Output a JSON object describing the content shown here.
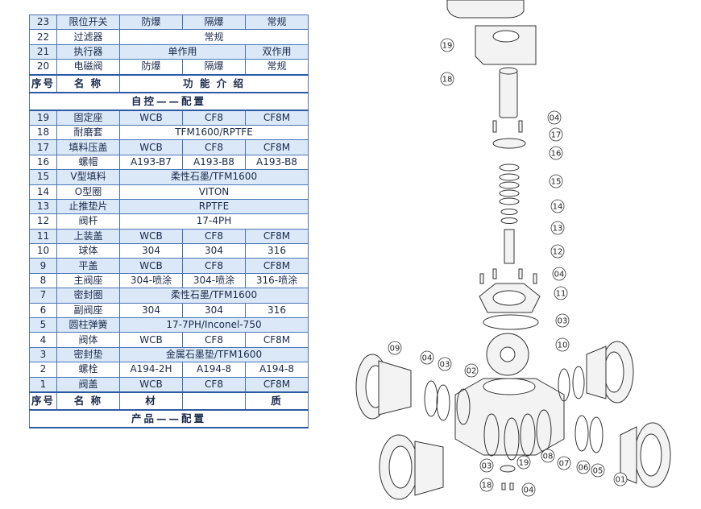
{
  "top_rows": [
    {
      "no": "23",
      "name": "限位开关",
      "v": [
        "防爆",
        "隔爆",
        "常规"
      ]
    },
    {
      "no": "22",
      "name": "过滤器",
      "span": "常规"
    },
    {
      "no": "21",
      "name": "执行器",
      "v2": [
        "单作用",
        "双作用"
      ]
    },
    {
      "no": "20",
      "name": "电磁阀",
      "v": [
        "防爆",
        "隔爆",
        "常规"
      ]
    }
  ],
  "header_auto": {
    "no": "序号",
    "name": "名  称",
    "desc": "功 能 介 绍"
  },
  "section_auto": "自控——配置",
  "parts": [
    {
      "no": "19",
      "name": "固定座",
      "v": [
        "WCB",
        "CF8",
        "CF8M"
      ]
    },
    {
      "no": "18",
      "name": "耐磨套",
      "span": "TFM1600/RPTFE"
    },
    {
      "no": "17",
      "name": "填料压盖",
      "v": [
        "WCB",
        "CF8",
        "CF8M"
      ]
    },
    {
      "no": "16",
      "name": "螺帽",
      "v": [
        "A193-B7",
        "A193-B8",
        "A193-B8"
      ]
    },
    {
      "no": "15",
      "name": "V型填料",
      "span": "柔性石墨/TFM1600"
    },
    {
      "no": "14",
      "name": "O型圈",
      "span": "VITON"
    },
    {
      "no": "13",
      "name": "止推垫片",
      "span": "RPTFE"
    },
    {
      "no": "12",
      "name": "阀杆",
      "span": "17-4PH"
    },
    {
      "no": "11",
      "name": "上装盖",
      "v": [
        "WCB",
        "CF8",
        "CF8M"
      ]
    },
    {
      "no": "10",
      "name": "球体",
      "v": [
        "304",
        "304",
        "316"
      ]
    },
    {
      "no": "9",
      "name": "平盖",
      "v": [
        "WCB",
        "CF8",
        "CF8M"
      ]
    },
    {
      "no": "8",
      "name": "主阀座",
      "v": [
        "304-喷涂",
        "304-喷涂",
        "316-喷涂"
      ]
    },
    {
      "no": "7",
      "name": "密封圈",
      "span": "柔性石墨/TFM1600"
    },
    {
      "no": "6",
      "name": "副阀座",
      "v": [
        "304",
        "304",
        "316"
      ]
    },
    {
      "no": "5",
      "name": "圆柱弹簧",
      "span": "17-7PH/Inconel-750"
    },
    {
      "no": "4",
      "name": "阀体",
      "v": [
        "WCB",
        "CF8",
        "CF8M"
      ]
    },
    {
      "no": "3",
      "name": "密封垫",
      "span": "金属石墨垫/TFM1600"
    },
    {
      "no": "2",
      "name": "螺栓",
      "v": [
        "A194-2H",
        "A194-8",
        "A194-8"
      ]
    },
    {
      "no": "1",
      "name": "阀盖",
      "v": [
        "WCB",
        "CF8",
        "CF8M"
      ]
    }
  ],
  "header_material": {
    "no": "序号",
    "name": "名  称",
    "mat1": "材",
    "mat2": "质"
  },
  "section_product": "产品——配置",
  "callouts": [
    "19",
    "18",
    "04",
    "17",
    "16",
    "15",
    "14",
    "13",
    "12",
    "04",
    "11",
    "03",
    "10",
    "09",
    "04",
    "03",
    "02",
    "03",
    "19",
    "08",
    "07",
    "06",
    "05",
    "01",
    "18",
    "04"
  ],
  "colors": {
    "accent": "#2d5aa3",
    "row_fill": "#dbe8f7",
    "line": "#333333"
  }
}
